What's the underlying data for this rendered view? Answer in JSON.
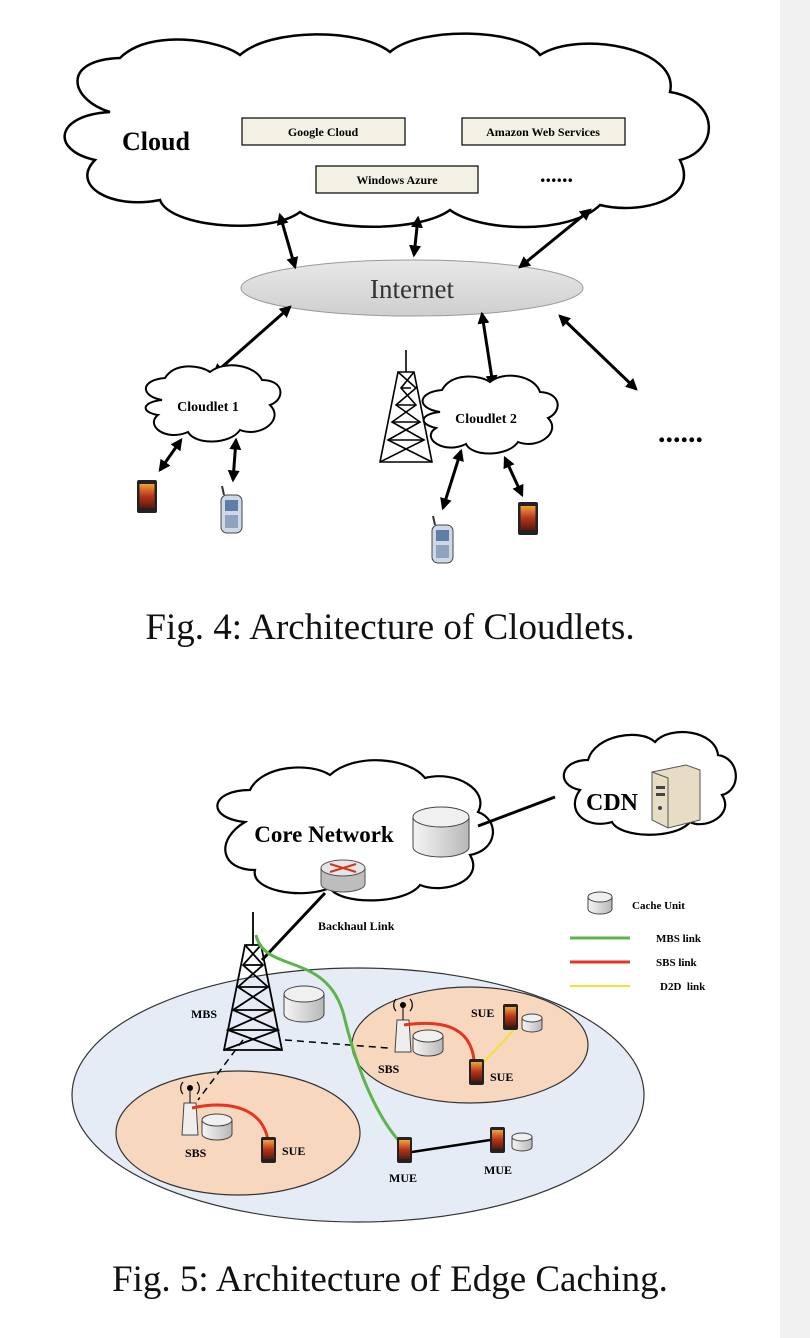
{
  "figure4": {
    "cloud_label": "Cloud",
    "providers": [
      "Google Cloud",
      "Amazon Web Services",
      "Windows Azure"
    ],
    "provider_ellipsis": "......",
    "internet_label": "Internet",
    "cloudlet1_label": "Cloudlet 1",
    "cloudlet2_label": "Cloudlet 2",
    "more_ellipsis": "......",
    "caption": "Fig. 4: Architecture of Cloudlets."
  },
  "figure5": {
    "core_network_label": "Core Network",
    "cdn_label": "CDN",
    "backhaul_label": "Backhaul Link",
    "legend": {
      "cache_unit": "Cache Unit",
      "mbs_link": "MBS link",
      "sbs_link": "SBS link",
      "d2d_link": "D2D  link"
    },
    "colors": {
      "mbs": "#5cb54a",
      "sbs": "#e53422",
      "d2d": "#f2e03a",
      "macro_cell": "#e5ecf5",
      "small_cell": "#f7d7bd"
    },
    "mbs_label": "MBS",
    "sbs_left_label": "SBS",
    "sbs_right_label": "SBS",
    "sue_left_label": "SUE",
    "sue_top_label": "SUE",
    "sue_bottom_label": "SUE",
    "mue_left_label": "MUE",
    "mue_right_label": "MUE",
    "caption": "Fig. 5: Architecture of Edge Caching."
  }
}
